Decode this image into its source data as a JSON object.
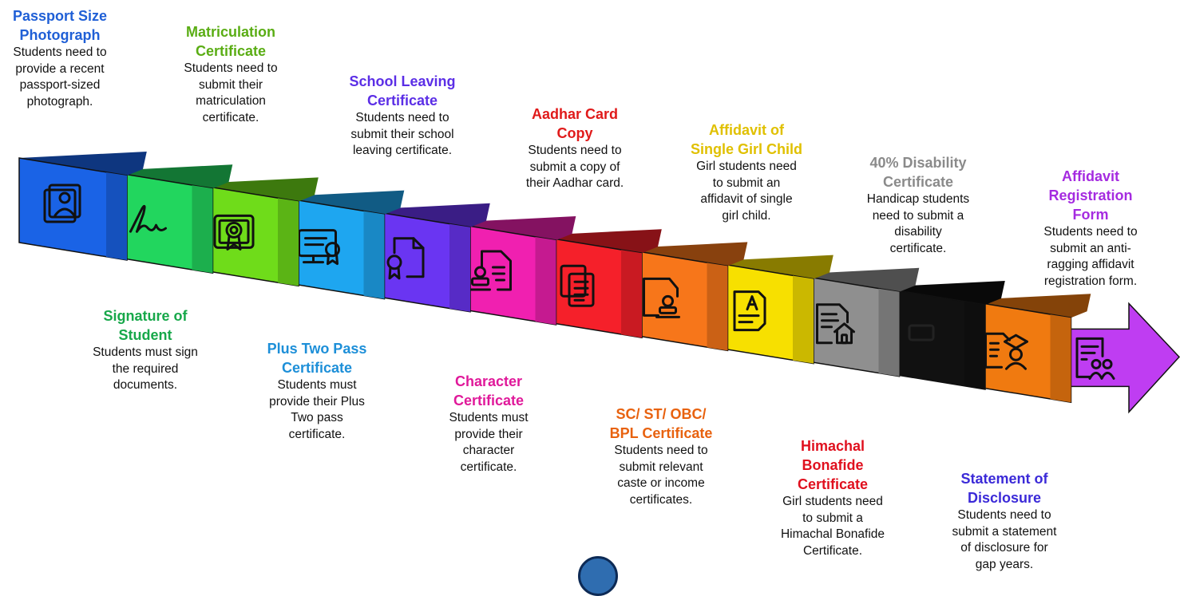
{
  "steps": [
    {
      "id": "passport",
      "title": "Passport Size\nPhotograph",
      "desc": "Students need to\nprovide a recent\npassport-sized\nphotograph.",
      "title_color": "#1f5fd6",
      "fill": "#1a63e6",
      "icon": "id-photo-icon"
    },
    {
      "id": "signature",
      "title": "Signature of\nStudent",
      "desc": "Students must sign\nthe required\ndocuments.",
      "title_color": "#17a84a",
      "fill": "#22d65e",
      "icon": "signature-icon"
    },
    {
      "id": "matriculation",
      "title": "Matriculation\nCertificate",
      "desc": "Students need to\nsubmit their\nmatriculation\ncertificate.",
      "title_color": "#5aad14",
      "fill": "#6fdc1a",
      "icon": "certificate-badge-icon"
    },
    {
      "id": "plus-two",
      "title": "Plus Two Pass\nCertificate",
      "desc": "Students must\nprovide their Plus\nTwo pass\ncertificate.",
      "title_color": "#1d8fd8",
      "fill": "#1ea6f0",
      "icon": "diploma-screen-icon"
    },
    {
      "id": "school-leaving",
      "title": "School Leaving\nCertificate",
      "desc": "Students need to\nsubmit their school\nleaving certificate.",
      "title_color": "#5b2ee6",
      "fill": "#6a35f2",
      "icon": "document-award-icon"
    },
    {
      "id": "character",
      "title": "Character\nCertificate",
      "desc": "Students must\nprovide their\ncharacter\ncertificate.",
      "title_color": "#e0199a",
      "fill": "#f020b0",
      "icon": "stamp-document-icon"
    },
    {
      "id": "aadhar",
      "title": "Aadhar Card\nCopy",
      "desc": "Students need to\nsubmit a copy of\ntheir Aadhar card.",
      "title_color": "#e01a1a",
      "fill": "#f5202a",
      "icon": "copy-documents-icon"
    },
    {
      "id": "caste",
      "title": "SC/ ST/ OBC/\nBPL Certificate",
      "desc": "Students need to\nsubmit relevant\ncaste or income\ncertificates.",
      "title_color": "#e8620f",
      "fill": "#f7761a",
      "icon": "stamp-folder-icon"
    },
    {
      "id": "single-girl",
      "title": "Affidavit of\nSingle Girl Child",
      "desc": "Girl students need\nto submit an\naffidavit of single\ngirl child.",
      "title_color": "#e0c000",
      "fill": "#f7e000",
      "icon": "affidavit-icon"
    },
    {
      "id": "bonafide",
      "title": "Himachal\nBonafide\nCertificate",
      "desc": "Girl students need\nto submit a\nHimachal Bonafide\nCertificate.",
      "title_color": "#e0101e",
      "fill": "#8f8f8f",
      "icon": "home-document-icon"
    },
    {
      "id": "disability",
      "title": "40% Disability\nCertificate",
      "desc": "Handicap students\nneed to submit a\ndisability\ncertificate.",
      "title_color": "#8a8a8a",
      "fill": "#111111",
      "icon": "disability-icon"
    },
    {
      "id": "disclosure",
      "title": "Statement of\nDisclosure",
      "desc": "Students need to\nsubmit a statement\nof disclosure for\ngap years.",
      "title_color": "#3b2ad8",
      "fill": "#f07a10",
      "icon": "graduate-document-icon"
    },
    {
      "id": "anti-ragging",
      "title": "Affidavit\nRegistration\nForm",
      "desc": "Students need to\nsubmit an anti-\nragging affidavit\nregistration form.",
      "title_color": "#a52be0",
      "fill": "#bf3df2",
      "icon": "form-people-icon"
    }
  ]
}
